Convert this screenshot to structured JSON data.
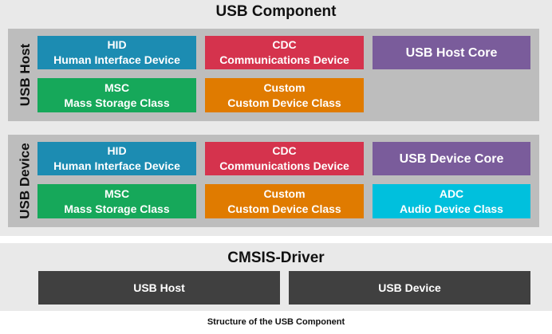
{
  "colors": {
    "hid": "#1c8cb2",
    "cdc": "#d5334d",
    "core": "#7a5c9b",
    "msc": "#16a85a",
    "custom": "#e07b00",
    "adc": "#00c0dd"
  },
  "component": {
    "title": "USB Component",
    "host": {
      "label": "USB Host",
      "hid": {
        "line1": "HID",
        "line2": "Human Interface Device"
      },
      "cdc": {
        "line1": "CDC",
        "line2": "Communications Device"
      },
      "core": {
        "label": "USB Host Core"
      },
      "msc": {
        "line1": "MSC",
        "line2": "Mass Storage Class"
      },
      "custom": {
        "line1": "Custom",
        "line2": "Custom Device Class"
      }
    },
    "device": {
      "label": "USB Device",
      "hid": {
        "line1": "HID",
        "line2": "Human Interface Device"
      },
      "cdc": {
        "line1": "CDC",
        "line2": "Communications Device"
      },
      "core": {
        "label": "USB Device Core"
      },
      "msc": {
        "line1": "MSC",
        "line2": "Mass Storage Class"
      },
      "custom": {
        "line1": "Custom",
        "line2": "Custom Device Class"
      },
      "adc": {
        "line1": "ADC",
        "line2": "Audio Device Class"
      }
    }
  },
  "driver": {
    "title": "CMSIS-Driver",
    "host_label": "USB Host",
    "device_label": "USB Device"
  },
  "caption": "Structure of the USB Component"
}
